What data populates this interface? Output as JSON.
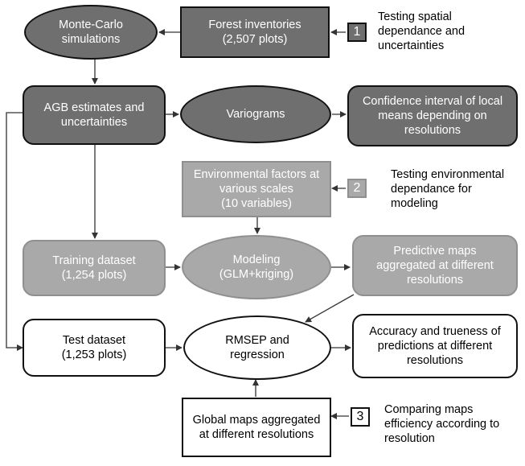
{
  "nodes": {
    "monte_carlo": [
      "Monte-Carlo",
      "simulations"
    ],
    "forest_inventories": [
      "Forest inventories",
      "(2,507 plots)"
    ],
    "agb_estimates": [
      "AGB estimates and",
      "uncertainties"
    ],
    "variograms": [
      "Variograms"
    ],
    "confidence_interval": [
      "Confidence interval of local",
      "means depending on",
      "resolutions"
    ],
    "environmental_factors": [
      "Environmental factors at",
      "various scales",
      "(10 variables)"
    ],
    "training_dataset": [
      "Training dataset",
      "(1,254 plots)"
    ],
    "modeling": [
      "Modeling",
      "(GLM+kriging)"
    ],
    "predictive_maps": [
      "Predictive maps",
      "aggregated at different",
      "resolutions"
    ],
    "test_dataset": [
      "Test dataset",
      "(1,253 plots)"
    ],
    "rmsep": [
      "RMSEP and",
      "regression"
    ],
    "accuracy": [
      "Accuracy and trueness of",
      "predictions at different",
      "resolutions"
    ],
    "global_maps": [
      "Global maps aggregated",
      "at different resolutions"
    ]
  },
  "steps": {
    "step1": {
      "number": "1",
      "text": [
        "Testing spatial",
        "dependance and",
        "uncertainties"
      ]
    },
    "step2": {
      "number": "2",
      "text": [
        "Testing environmental",
        "dependance for",
        "modeling"
      ]
    },
    "step3": {
      "number": "3",
      "text": [
        "Comparing maps",
        "efficiency according to",
        "resolution"
      ]
    }
  }
}
